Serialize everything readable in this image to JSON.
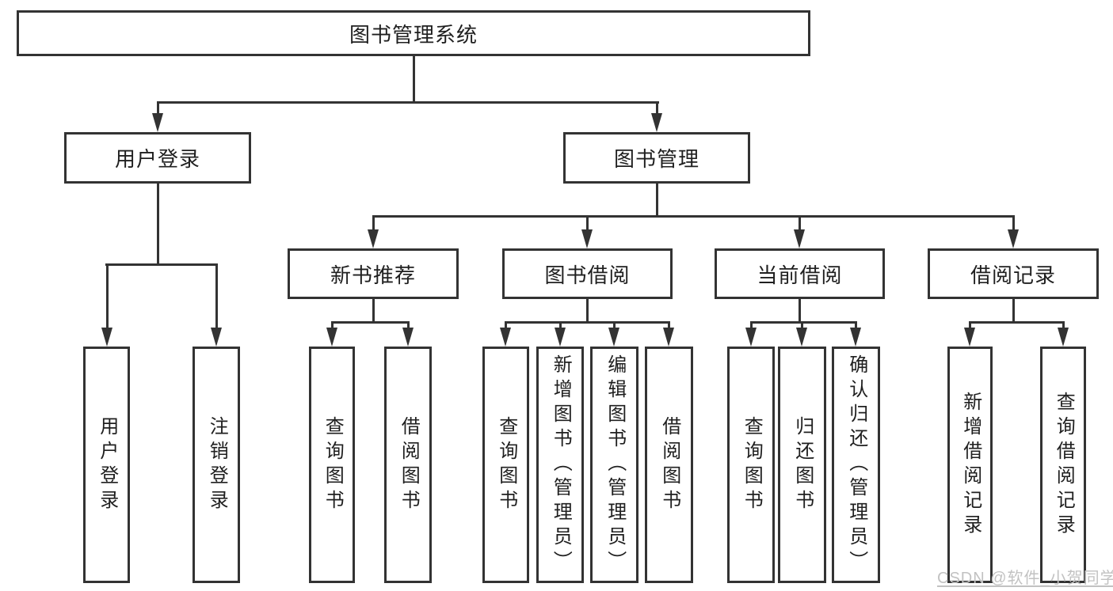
{
  "diagram": {
    "title": "图书管理系统",
    "type": "hierarchy-tree"
  },
  "nodes": {
    "root": {
      "label": "图书管理系统"
    },
    "level2": [
      {
        "label": "用户登录",
        "parent": "图书管理系统"
      },
      {
        "label": "图书管理",
        "parent": "图书管理系统"
      }
    ],
    "level3": [
      {
        "label": "新书推荐",
        "parent": "图书管理"
      },
      {
        "label": "图书借阅",
        "parent": "图书管理"
      },
      {
        "label": "当前借阅",
        "parent": "图书管理"
      },
      {
        "label": "借阅记录",
        "parent": "图书管理"
      }
    ],
    "leaves": [
      {
        "label": "用户登录",
        "parent": "用户登录"
      },
      {
        "label": "注销登录",
        "parent": "用户登录"
      },
      {
        "label": "查询图书",
        "parent": "新书推荐"
      },
      {
        "label": "借阅图书",
        "parent": "新书推荐"
      },
      {
        "label": "查询图书",
        "parent": "图书借阅"
      },
      {
        "label": "新增图书（管理员）",
        "parent": "图书借阅"
      },
      {
        "label": "编辑图书（管理员）",
        "parent": "图书借阅"
      },
      {
        "label": "借阅图书",
        "parent": "图书借阅"
      },
      {
        "label": "查询图书",
        "parent": "当前借阅"
      },
      {
        "label": "归还图书",
        "parent": "当前借阅"
      },
      {
        "label": "确认归还（管理员）",
        "parent": "当前借阅"
      },
      {
        "label": "新增借阅记录",
        "parent": "借阅记录"
      },
      {
        "label": "查询借阅记录",
        "parent": "借阅记录"
      }
    ]
  },
  "watermark": {
    "text": "CSDN @软件_小贺同学"
  },
  "colors": {
    "background": "#ffffff",
    "box_border": "#333333",
    "line": "#333333",
    "text": "#1f1f1f",
    "watermark": "#c2c2c2"
  }
}
